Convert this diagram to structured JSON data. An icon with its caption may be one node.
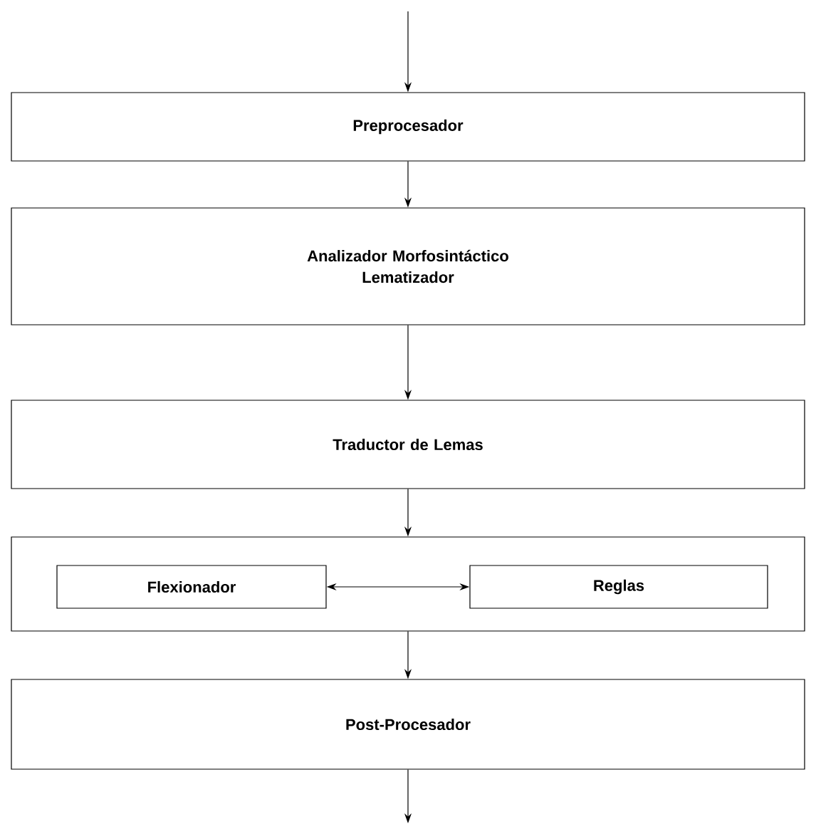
{
  "diagram": {
    "nodes": [
      {
        "text": [
          "Preprocesador"
        ]
      },
      {
        "text": [
          "Analizador Morfosintáctico Lematizador"
        ]
      },
      {
        "text": [
          "Traductor de Lemas"
        ]
      },
      {
        "text": [],
        "shape": "box"
      },
      {
        "text": [
          "Flexionador"
        ],
        "in": 3
      },
      {
        "text": [
          "Reglas"
        ],
        "in": 3
      },
      {
        "text": [
          "Post-Procesador"
        ]
      }
    ],
    "edges": [
      {
        "from": null,
        "to": 0,
        "arrow": "to"
      },
      {
        "from": 0,
        "to": 1,
        "arrow": "to"
      },
      {
        "from": 1,
        "to": 2,
        "arrow": "to"
      },
      {
        "from": 2,
        "to": 3,
        "arrow": "to"
      },
      {
        "from": 4,
        "to": 5,
        "arrow": "both"
      },
      {
        "from": 3,
        "to": 6,
        "arrow": "to"
      },
      {
        "from": 6,
        "to": null,
        "arrow": "to"
      }
    ]
  }
}
